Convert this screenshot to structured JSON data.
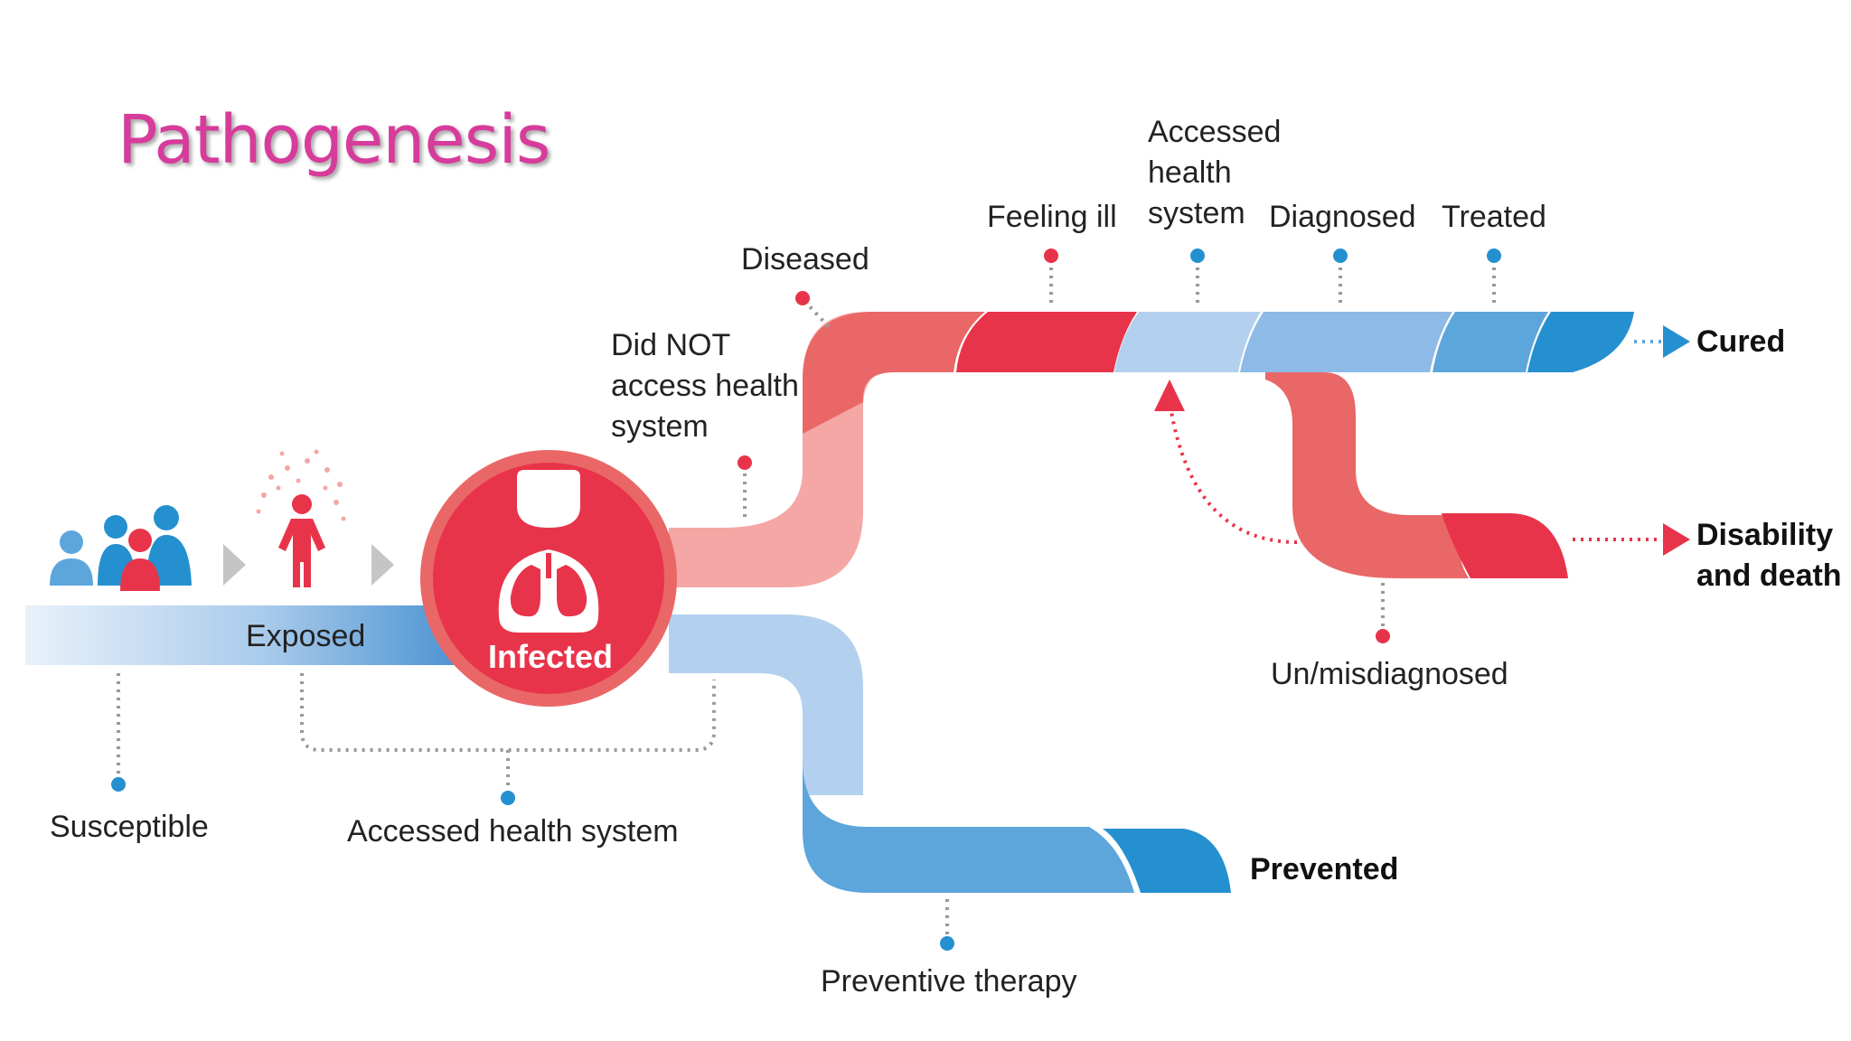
{
  "title": "Pathogenesis",
  "nodes": {
    "exposed": "Exposed",
    "infected": "Infected",
    "susceptible": "Susceptible",
    "accessed_health_system": "Accessed health system",
    "did_not_access": "Did NOT\naccess health\nsystem",
    "diseased": "Diseased",
    "feeling_ill": "Feeling ill",
    "accessed_health_system_2": "Accessed\nhealth\nsystem",
    "diagnosed": "Diagnosed",
    "treated": "Treated",
    "cured": "Cured",
    "disability_and_death": "Disability\nand death",
    "un_misdiagnosed": "Un/misdiagnosed",
    "prevented": "Prevented",
    "preventive_therapy": "Preventive therapy"
  },
  "icons": [
    "people-group-icon",
    "person-exposed-icon",
    "chevron-right-icon",
    "infected-person-lungs-icon"
  ],
  "colors": {
    "title": "#d63c9b",
    "red": "#e8344a",
    "red_light": "#f4a7a5",
    "red_mid": "#ea6767",
    "blue_dark": "#2590cf",
    "blue_mid": "#5da6dc",
    "blue_light": "#b3d1ee"
  }
}
